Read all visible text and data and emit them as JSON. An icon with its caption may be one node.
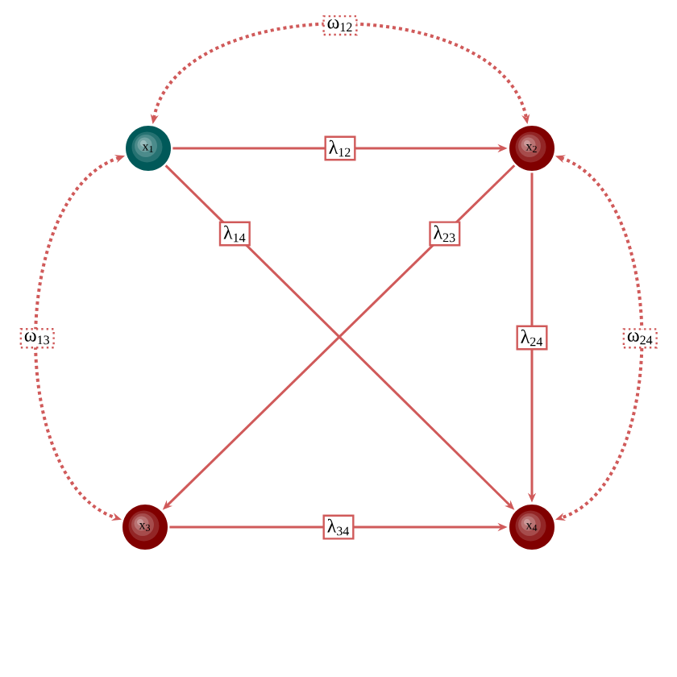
{
  "diagram": {
    "nodes": [
      {
        "text": [
          "x$_{1}$"
        ]
      },
      {
        "text": [
          "x$_{2}$"
        ]
      },
      {
        "text": [
          "x$_{3}$"
        ]
      },
      {
        "text": [
          "x$_{4}$"
        ]
      }
    ],
    "edges": [
      {
        "from": 0,
        "to": 1,
        "arrow": "to",
        "label": "λ$_{12}$"
      },
      {
        "from": 0,
        "to": 3,
        "arrow": "to",
        "label": "λ$_{14}$"
      },
      {
        "from": 1,
        "to": 2,
        "arrow": "to",
        "label": "λ$_{23}$"
      },
      {
        "from": 1,
        "to": 3,
        "arrow": "to",
        "label": "λ$_{24}$"
      },
      {
        "from": 2,
        "to": 3,
        "arrow": "to",
        "label": "λ$_{34}$"
      },
      {
        "from": 0,
        "to": 1,
        "arrow": "both",
        "label": "ω$_{12}$",
        "style": "dashed"
      },
      {
        "from": 0,
        "to": 2,
        "arrow": "both",
        "label": "ω$_{13}$",
        "style": "dashed"
      },
      {
        "from": 1,
        "to": 3,
        "arrow": "both",
        "label": "ω$_{24}$",
        "style": "dashed"
      }
    ]
  }
}
